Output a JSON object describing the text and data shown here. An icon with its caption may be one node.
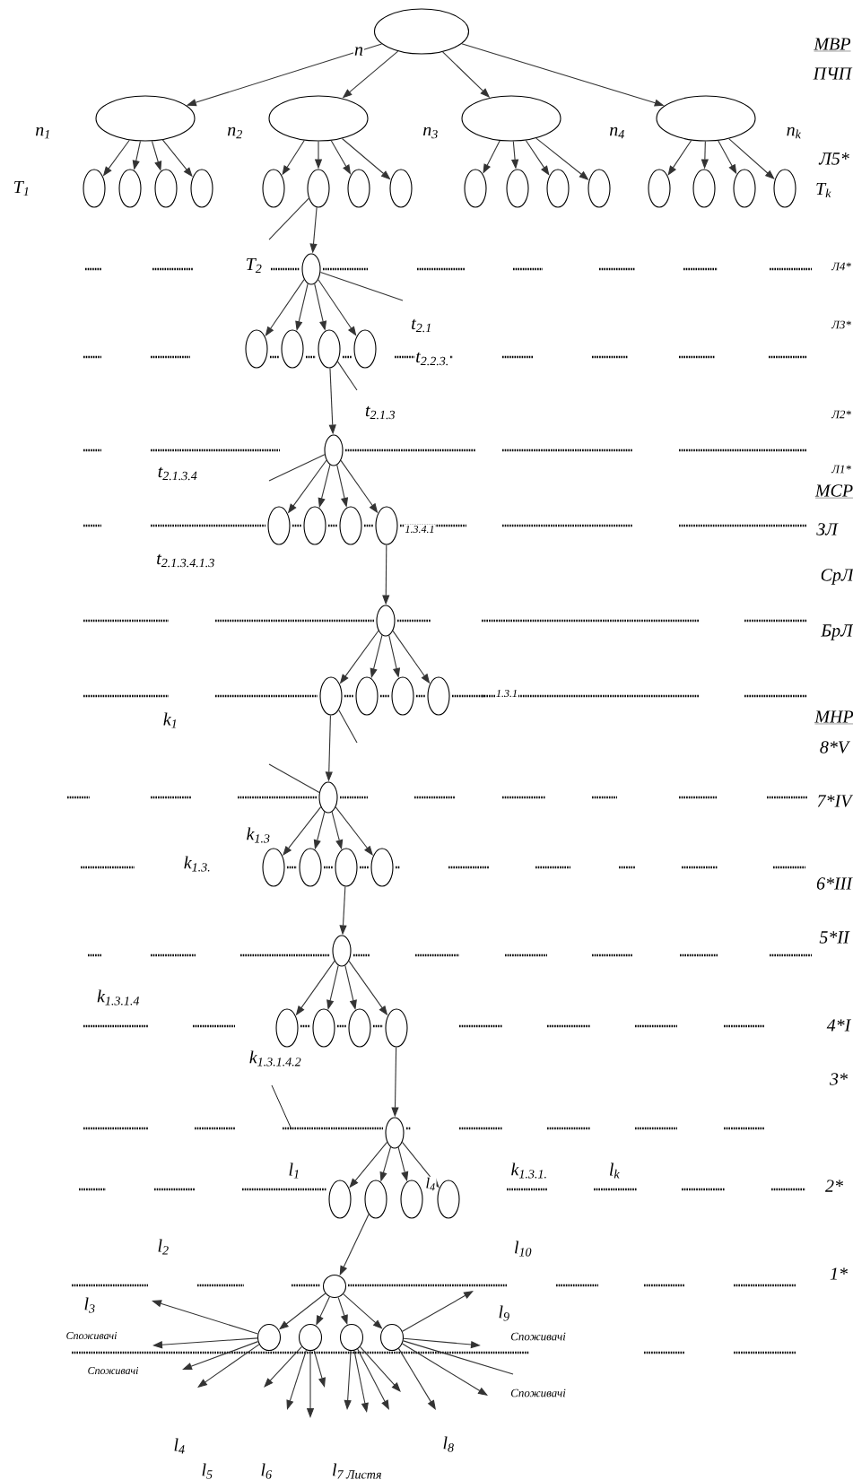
{
  "diagram": {
    "nodes": [
      {
        "text": [],
        "shape": "ellipse"
      },
      {
        "text": [],
        "shape": "ellipse"
      },
      {
        "text": [],
        "shape": "ellipse"
      },
      {
        "text": [],
        "shape": "ellipse"
      },
      {
        "text": [],
        "shape": "ellipse"
      },
      {
        "text": [],
        "shape": "ellipse"
      },
      {
        "text": [],
        "shape": "ellipse"
      },
      {
        "text": [],
        "shape": "ellipse"
      },
      {
        "text": [],
        "shape": "ellipse"
      },
      {
        "text": [],
        "shape": "ellipse"
      },
      {
        "text": [],
        "shape": "ellipse"
      },
      {
        "text": [],
        "shape": "ellipse"
      },
      {
        "text": [],
        "shape": "ellipse"
      },
      {
        "text": [],
        "shape": "ellipse"
      },
      {
        "text": [],
        "shape": "ellipse"
      },
      {
        "text": [],
        "shape": "ellipse"
      },
      {
        "text": [],
        "shape": "ellipse"
      },
      {
        "text": [],
        "shape": "ellipse"
      },
      {
        "text": [],
        "shape": "ellipse"
      },
      {
        "text": [],
        "shape": "ellipse"
      },
      {
        "text": [],
        "shape": "ellipse"
      },
      {
        "text": [],
        "shape": "ellipse"
      },
      {
        "text": [],
        "shape": "ellipse"
      },
      {
        "text": [],
        "shape": "ellipse"
      },
      {
        "text": [],
        "shape": "ellipse"
      },
      {
        "text": [],
        "shape": "ellipse"
      },
      {
        "text": [],
        "shape": "ellipse"
      },
      {
        "text": [],
        "shape": "ellipse"
      },
      {
        "text": [],
        "shape": "ellipse"
      },
      {
        "text": [],
        "shape": "ellipse"
      },
      {
        "text": [],
        "shape": "ellipse",
        "beside": [
          "1.3.4.1"
        ]
      },
      {
        "text": [],
        "shape": "ellipse"
      },
      {
        "text": [],
        "shape": "ellipse"
      },
      {
        "text": [],
        "shape": "ellipse"
      },
      {
        "text": [],
        "shape": "ellipse"
      },
      {
        "text": [],
        "shape": "ellipse"
      },
      {
        "text": [],
        "shape": "ellipse"
      },
      {
        "text": [],
        "shape": "ellipse"
      },
      {
        "text": [],
        "shape": "ellipse"
      },
      {
        "text": [],
        "shape": "ellipse"
      },
      {
        "text": [],
        "shape": "ellipse"
      },
      {
        "text": [],
        "shape": "ellipse"
      },
      {
        "text": [],
        "shape": "ellipse"
      },
      {
        "text": [],
        "shape": "ellipse"
      },
      {
        "text": [],
        "shape": "ellipse"
      },
      {
        "text": [],
        "shape": "ellipse"
      },
      {
        "text": [],
        "shape": "ellipse"
      },
      {
        "text": [],
        "shape": "ellipse"
      },
      {
        "text": [],
        "shape": "ellipse"
      },
      {
        "text": [],
        "shape": "ellipse"
      },
      {
        "text": [],
        "shape": "ellipse"
      },
      {
        "text": [],
        "shape": "circle"
      },
      {
        "text": [],
        "shape": "ellipse"
      },
      {
        "text": [],
        "shape": "ellipse"
      },
      {
        "text": [],
        "shape": "ellipse"
      },
      {
        "text": [],
        "shape": "ellipse"
      }
    ],
    "edges": [
      {
        "from": 0,
        "to": 1,
        "arrow": "to"
      },
      {
        "from": 0,
        "to": 2,
        "arrow": "to"
      },
      {
        "from": 0,
        "to": 3,
        "arrow": "to"
      },
      {
        "from": 0,
        "to": 4,
        "arrow": "to"
      },
      {
        "from": 1,
        "to": 5,
        "arrow": "to"
      },
      {
        "from": 1,
        "to": 6,
        "arrow": "to"
      },
      {
        "from": 1,
        "to": 7,
        "arrow": "to"
      },
      {
        "from": 1,
        "to": 8,
        "arrow": "to"
      },
      {
        "from": 2,
        "to": 9,
        "arrow": "to"
      },
      {
        "from": 2,
        "to": 10,
        "arrow": "to"
      },
      {
        "from": 2,
        "to": 11,
        "arrow": "to"
      },
      {
        "from": 2,
        "to": 12,
        "arrow": "to"
      },
      {
        "from": 3,
        "to": 13,
        "arrow": "to"
      },
      {
        "from": 3,
        "to": 14,
        "arrow": "to"
      },
      {
        "from": 3,
        "to": 15,
        "arrow": "to"
      },
      {
        "from": 3,
        "to": 16,
        "arrow": "to"
      },
      {
        "from": 4,
        "to": 17,
        "arrow": "to"
      },
      {
        "from": 4,
        "to": 18,
        "arrow": "to"
      },
      {
        "from": 4,
        "to": 19,
        "arrow": "to"
      },
      {
        "from": 4,
        "to": 20,
        "arrow": "to"
      },
      {
        "from": 10,
        "to": 21,
        "arrow": "to"
      },
      {
        "from": 21,
        "to": 22,
        "arrow": "to"
      },
      {
        "from": 21,
        "to": 23,
        "arrow": "to"
      },
      {
        "from": 21,
        "to": 24,
        "arrow": "to"
      },
      {
        "from": 21,
        "to": 25,
        "arrow": "to"
      },
      {
        "from": 24,
        "to": 26,
        "arrow": "to"
      },
      {
        "from": 26,
        "to": 27,
        "arrow": "to"
      },
      {
        "from": 26,
        "to": 28,
        "arrow": "to"
      },
      {
        "from": 26,
        "to": 29,
        "arrow": "to"
      },
      {
        "from": 26,
        "to": 30,
        "arrow": "to"
      },
      {
        "from": 30,
        "to": 31,
        "arrow": "to"
      },
      {
        "from": 31,
        "to": 32,
        "arrow": "to"
      },
      {
        "from": 31,
        "to": 33,
        "arrow": "to"
      },
      {
        "from": 31,
        "to": 34,
        "arrow": "to"
      },
      {
        "from": 31,
        "to": 35,
        "arrow": "to"
      },
      {
        "from": 32,
        "to": 36,
        "arrow": "to"
      },
      {
        "from": 36,
        "to": 37,
        "arrow": "to"
      },
      {
        "from": 36,
        "to": 38,
        "arrow": "to"
      },
      {
        "from": 36,
        "to": 39,
        "arrow": "to"
      },
      {
        "from": 36,
        "to": 40,
        "arrow": "to"
      },
      {
        "from": 39,
        "to": 41,
        "arrow": "to"
      },
      {
        "from": 41,
        "to": 42,
        "arrow": "to"
      },
      {
        "from": 41,
        "to": 43,
        "arrow": "to"
      },
      {
        "from": 41,
        "to": 44,
        "arrow": "to"
      },
      {
        "from": 41,
        "to": 45,
        "arrow": "to"
      },
      {
        "from": 45,
        "to": 46,
        "arrow": "to"
      },
      {
        "from": 46,
        "to": 47,
        "arrow": "to"
      },
      {
        "from": 46,
        "to": 48,
        "arrow": "to"
      },
      {
        "from": 46,
        "to": 49,
        "arrow": "to"
      },
      {
        "from": 46,
        "to": 50,
        "arrow": "to"
      },
      {
        "from": 48,
        "to": 51,
        "arrow": "to"
      },
      {
        "from": 51,
        "to": 52,
        "arrow": "to"
      },
      {
        "from": 51,
        "to": 53,
        "arrow": "to"
      },
      {
        "from": 51,
        "to": 54,
        "arrow": "to"
      },
      {
        "from": 51,
        "to": 55,
        "arrow": "to"
      },
      {
        "from": 52,
        "to": null,
        "arrow": "to"
      },
      {
        "from": 52,
        "to": null,
        "arrow": "to"
      },
      {
        "from": 52,
        "to": null,
        "arrow": "to"
      },
      {
        "from": 52,
        "to": null,
        "arrow": "to"
      },
      {
        "from": 53,
        "to": null,
        "arrow": "to"
      },
      {
        "from": 53,
        "to": null,
        "arrow": "to"
      },
      {
        "from": 53,
        "to": null,
        "arrow": "to"
      },
      {
        "from": 53,
        "to": null,
        "arrow": "to"
      },
      {
        "from": 54,
        "to": null,
        "arrow": "to"
      },
      {
        "from": 54,
        "to": null,
        "arrow": "to"
      },
      {
        "from": 54,
        "to": null,
        "arrow": "to"
      },
      {
        "from": 54,
        "to": null,
        "arrow": "to"
      },
      {
        "from": 55,
        "to": null,
        "arrow": "to"
      },
      {
        "from": 55,
        "to": null,
        "arrow": "to"
      },
      {
        "from": 55,
        "to": null,
        "arrow": "to"
      },
      {
        "from": 55,
        "to": null,
        "arrow": "to"
      },
      {
        "from": 55,
        "to": null,
        "arrow": "none"
      },
      {
        "from": 10,
        "to": null,
        "arrow": "none"
      },
      {
        "from": 21,
        "to": null,
        "arrow": "none"
      },
      {
        "from": 24,
        "to": null,
        "arrow": "none"
      },
      {
        "from": 26,
        "to": null,
        "arrow": "none"
      },
      {
        "from": 32,
        "to": null,
        "arrow": "none"
      },
      {
        "from": 36,
        "to": null,
        "arrow": "none"
      }
    ],
    "labels": [
      "МВР",
      "ПЧП",
      "n",
      "n$_{1}$",
      "n$_{2}$",
      "n$_{3}$",
      "n$_{4}$",
      "n$_{k}$",
      "Л5*",
      "T$_{1}$",
      "T$_{k}$",
      "T$_{2}$",
      "Л4*",
      "t$_{2.1}$",
      "Л3*",
      "t$_{2.2.3.}$",
      "t$_{2.1.3}$",
      "Л2*",
      "t$_{2.1.3.4}$",
      "Л1*",
      "МСР",
      "ЗЛ",
      "t$_{2.1.3.4.1.3}$",
      "СрЛ",
      "БрЛ",
      "1.3.1",
      "k$_{1}$",
      "МНР",
      "8*V",
      "7*IV",
      "k$_{1.3}$",
      "k$_{1.3.}$",
      "6*III",
      "5*II",
      "k$_{1.3.1.4}$",
      "4*I",
      "k$_{1.3.1.4.2}$",
      "3*",
      "l$_{1}$",
      "k$_{1.3.1.}$",
      "l$_{k}$",
      "l$_{4}$",
      "2*",
      "l$_{2}$",
      "l$_{10}$",
      "1*",
      "l$_{3}$",
      "l$_{9}$",
      "Споживачі",
      "Споживачі",
      "Споживачі",
      "Споживачі",
      "l$_{4}$",
      "l$_{8}$",
      "l$_{5}$",
      "l$_{6}$",
      "l$_{7 Листя}$"
    ]
  }
}
